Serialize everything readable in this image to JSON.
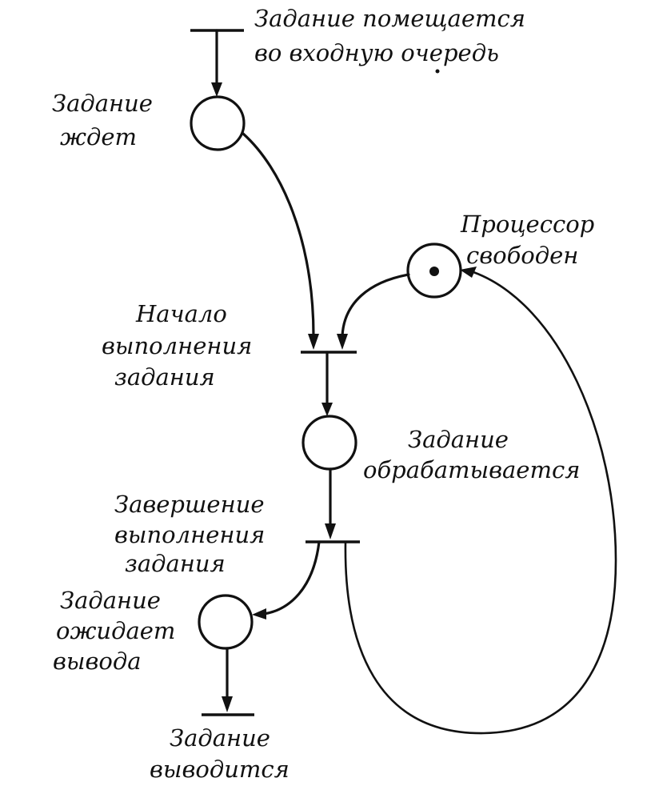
{
  "labels": {
    "job_queued_1": "Задание помещается",
    "job_queued_2": "во входную очередь",
    "job_waits_1": "Задание",
    "job_waits_2": "ждет",
    "cpu_free_1": "Процессор",
    "cpu_free_2": "свободен",
    "start_exec_1": "Начало",
    "start_exec_2": "выполнения",
    "start_exec_3": "задания",
    "processing_1": "Задание",
    "processing_2": "обрабатывается",
    "end_exec_1": "Завершение",
    "end_exec_2": "выполнения",
    "end_exec_3": "задания",
    "awaits_output_1": "Задание",
    "awaits_output_2": "ожидает",
    "awaits_output_3": "вывода",
    "output_1": "Задание",
    "output_2": "выводится"
  },
  "places": {
    "job_waits": {
      "tokens": 0
    },
    "cpu_free": {
      "tokens": 1
    },
    "processing": {
      "tokens": 0
    },
    "awaits_output": {
      "tokens": 0
    }
  },
  "colors": {
    "ink": "#111111",
    "background": "#ffffff"
  }
}
